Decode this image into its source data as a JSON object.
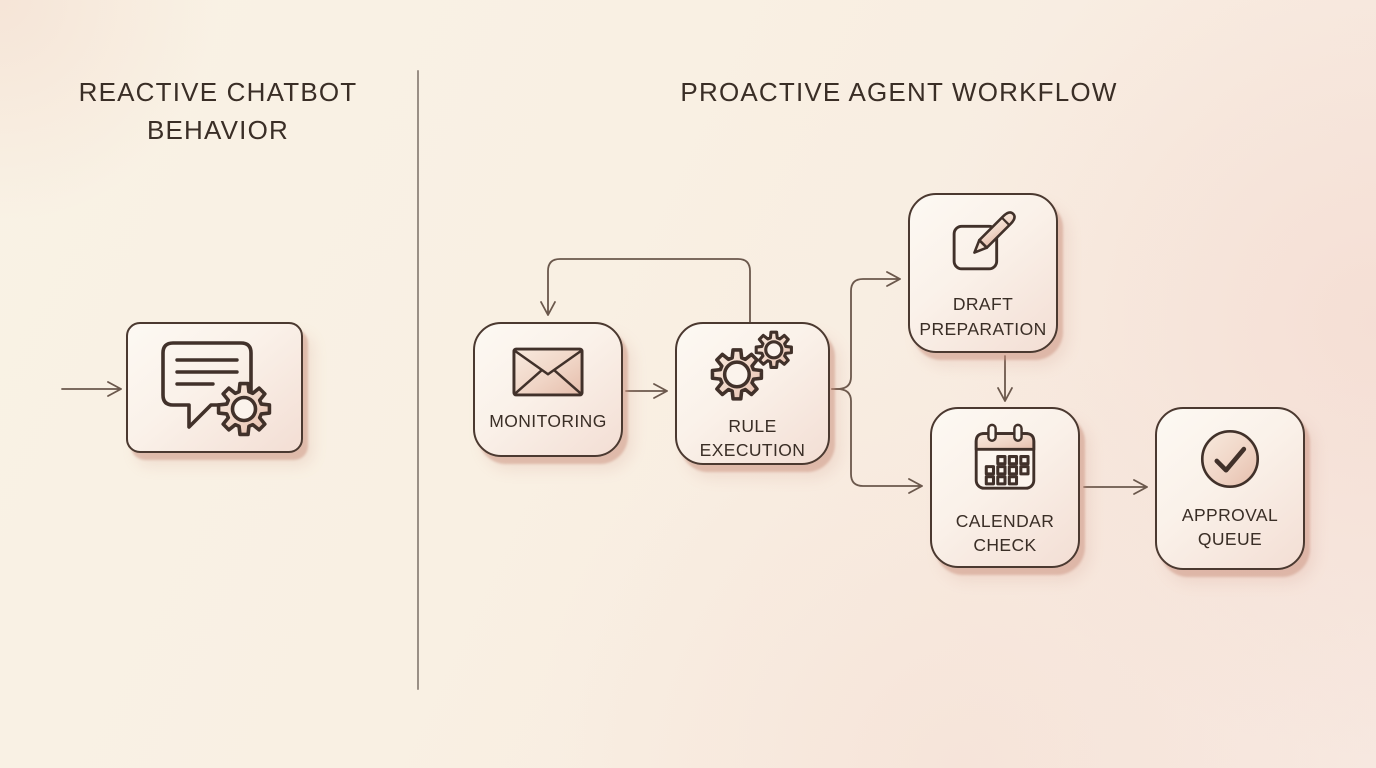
{
  "left_section": {
    "title": "REACTIVE CHATBOT BEHAVIOR",
    "node": {
      "id": "chatbot",
      "label": "",
      "icon": "chat-gear-icon"
    }
  },
  "right_section": {
    "title": "PROACTIVE AGENT WORKFLOW",
    "nodes": {
      "monitoring": {
        "label": "MONITORING",
        "icon": "envelope-icon"
      },
      "rule_execution": {
        "label": "RULE EXECUTION",
        "icon": "gears-icon"
      },
      "draft_preparation": {
        "label": "DRAFT PREPARATION",
        "icon": "edit-pencil-icon"
      },
      "calendar_check": {
        "label": "CALENDAR CHECK",
        "icon": "calendar-icon"
      },
      "approval_queue": {
        "label": "APPROVAL QUEUE",
        "icon": "check-circle-icon"
      }
    },
    "flow": [
      {
        "from": "input",
        "to": "monitoring"
      },
      {
        "from": "monitoring",
        "to": "rule_execution"
      },
      {
        "from": "rule_execution",
        "to": "monitoring",
        "type": "feedback-loop"
      },
      {
        "from": "rule_execution",
        "to": "draft_preparation"
      },
      {
        "from": "rule_execution",
        "to": "calendar_check"
      },
      {
        "from": "draft_preparation",
        "to": "calendar_check"
      },
      {
        "from": "calendar_check",
        "to": "approval_queue"
      }
    ]
  },
  "colors": {
    "background_cream": "#f9f1e4",
    "background_pink": "#f7e8e0",
    "box_border": "#4b3930",
    "box_fill_light": "#fdf9f3",
    "box_fill_pink": "#f3ded4",
    "box_shadow": "#cb9280",
    "icon_stroke": "#41312a",
    "icon_fill_pink_light": "#f8e8dc",
    "icon_fill_pink_dark": "#e5bdab",
    "arrow": "#6b584c",
    "divider": "#8a7e74",
    "text": "#3a2e26"
  }
}
